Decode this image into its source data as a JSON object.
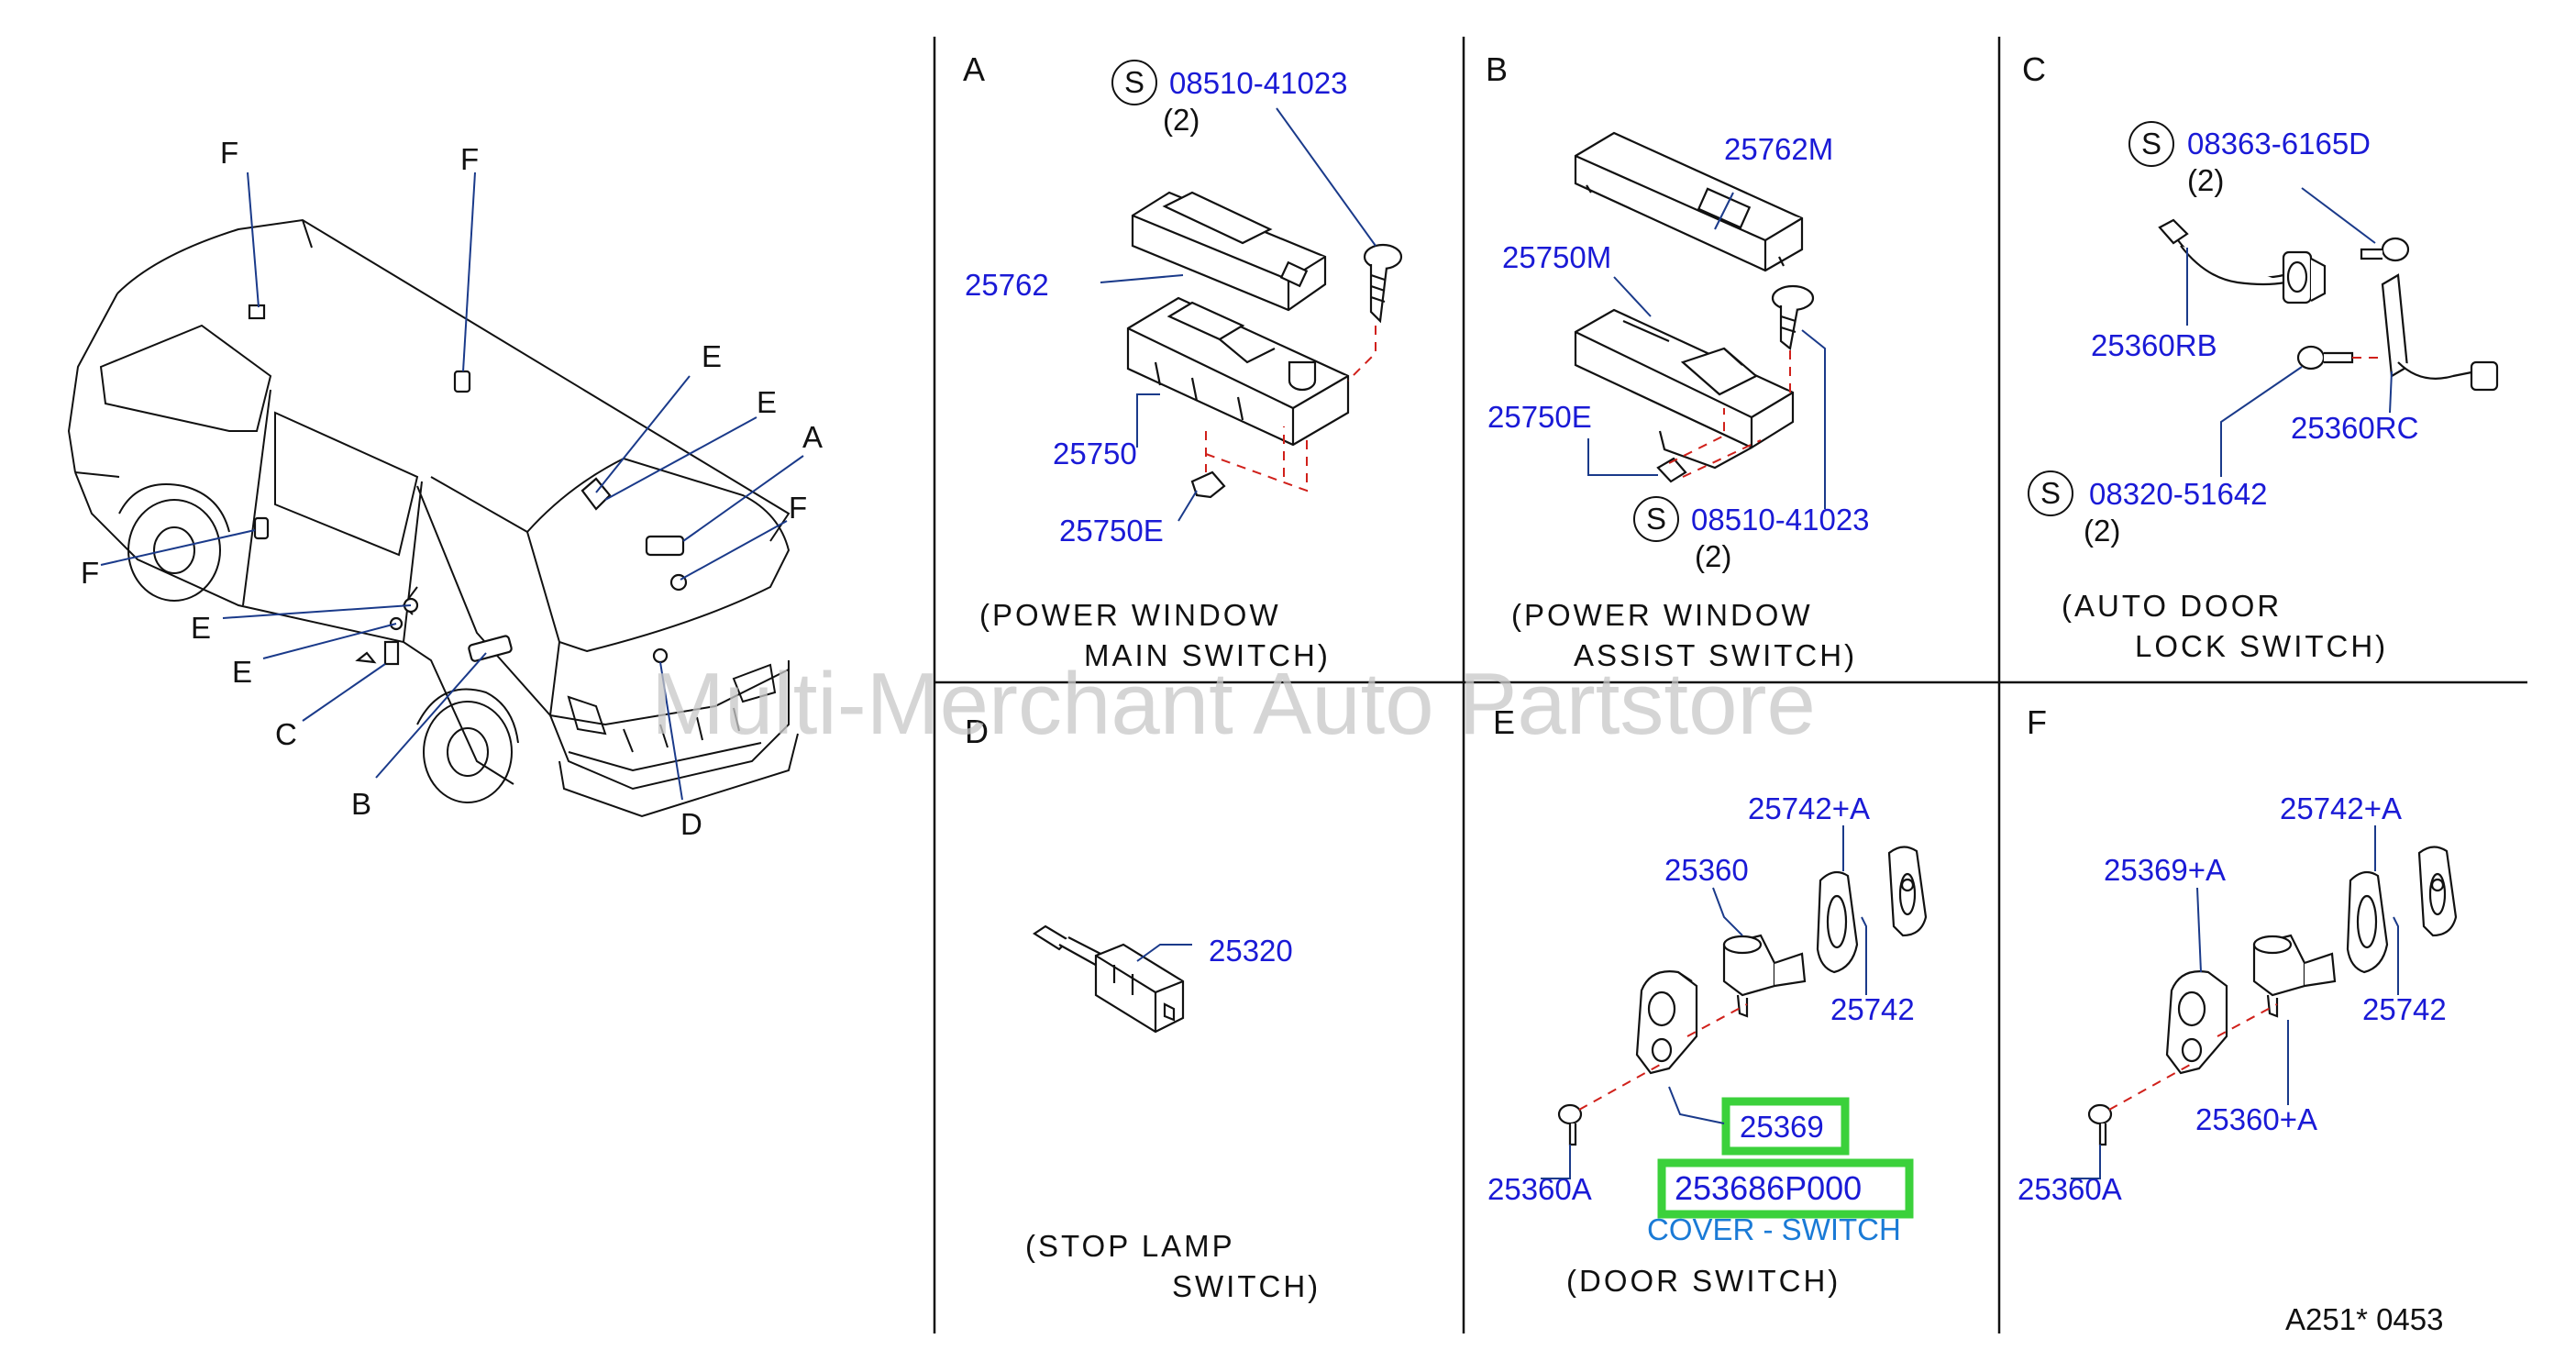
{
  "watermark": "Multi-Merchant Auto Partstore",
  "footer_code": "A251*  0453",
  "vehicle_labels": [
    "F",
    "F",
    "E",
    "E",
    "A",
    "F",
    "F",
    "E",
    "E",
    "C",
    "B",
    "D"
  ],
  "panels": {
    "A": {
      "letter": "A",
      "screw_code": "08510-41023",
      "screw_qty": "(2)",
      "parts": [
        "25762",
        "25750",
        "25750E"
      ],
      "caption_1": "(POWER  WINDOW",
      "caption_2": "MAIN  SWITCH)"
    },
    "B": {
      "letter": "B",
      "parts": [
        "25762M",
        "25750M",
        "25750E"
      ],
      "screw_code": "08510-41023",
      "screw_qty": "(2)",
      "caption_1": "(POWER  WINDOW",
      "caption_2": "ASSIST  SWITCH)"
    },
    "C": {
      "letter": "C",
      "screw1_code": "08363-6165D",
      "screw1_qty": "(2)",
      "screw2_code": "08320-51642",
      "screw2_qty": "(2)",
      "parts": [
        "25360RB",
        "25360RC"
      ],
      "caption_1": "(AUTO  DOOR",
      "caption_2": "LOCK  SWITCH)"
    },
    "D": {
      "letter": "D",
      "parts": [
        "25320"
      ],
      "caption_1": "(STOP  LAMP",
      "caption_2": "SWITCH)"
    },
    "E": {
      "letter": "E",
      "parts": [
        "25742+A",
        "25360",
        "25742",
        "25369",
        "25360A"
      ],
      "highlight_part": "253686P000",
      "highlight_desc": "COVER - SWITCH",
      "caption_1": "(DOOR  SWITCH)"
    },
    "F": {
      "letter": "F",
      "parts": [
        "25742+A",
        "25369+A",
        "25742",
        "25360+A",
        "25360A"
      ]
    }
  },
  "screw_symbol": "S"
}
